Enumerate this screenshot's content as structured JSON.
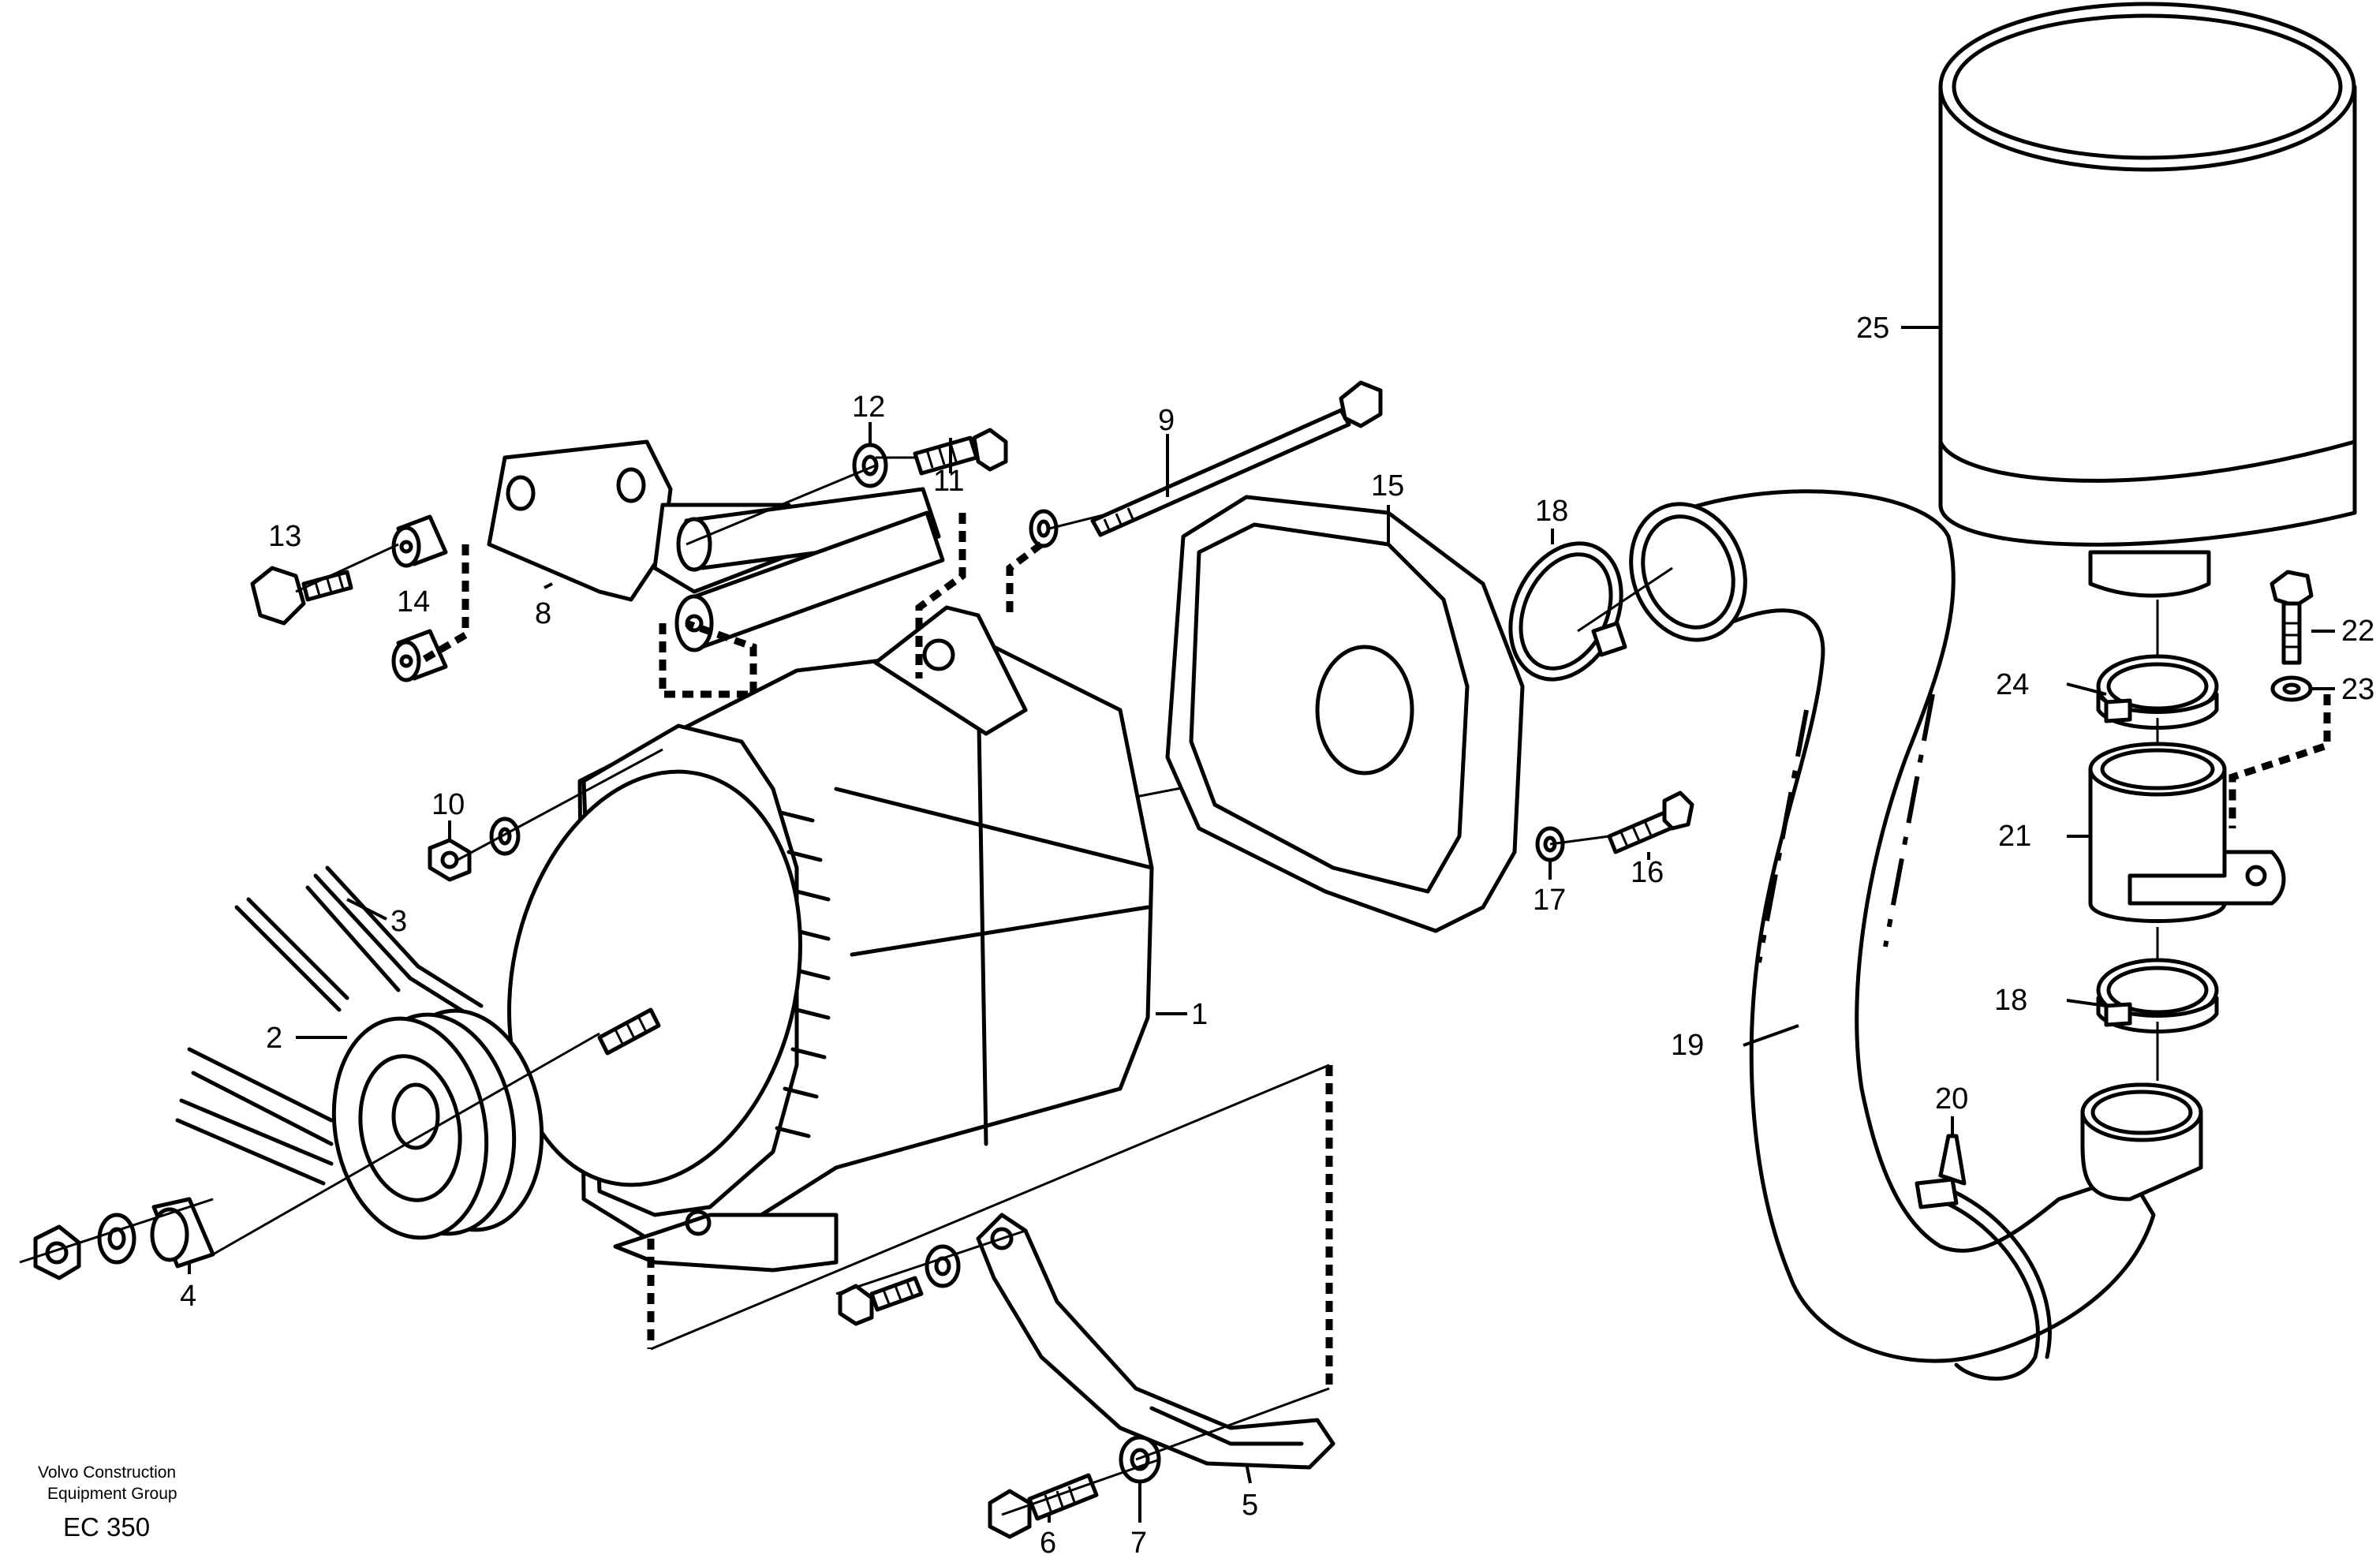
{
  "callouts": [
    "1",
    "2",
    "3",
    "4",
    "5",
    "6",
    "7",
    "8",
    "9",
    "10",
    "11",
    "12",
    "13",
    "14",
    "15",
    "16",
    "17",
    "18",
    "18",
    "19",
    "20",
    "21",
    "22",
    "23",
    "24",
    "25"
  ],
  "footer": {
    "line1": "Volvo Construction",
    "line2": "Equipment Group",
    "code": "EC 350"
  },
  "colors": {
    "ink": "#000000",
    "paper": "#ffffff"
  }
}
